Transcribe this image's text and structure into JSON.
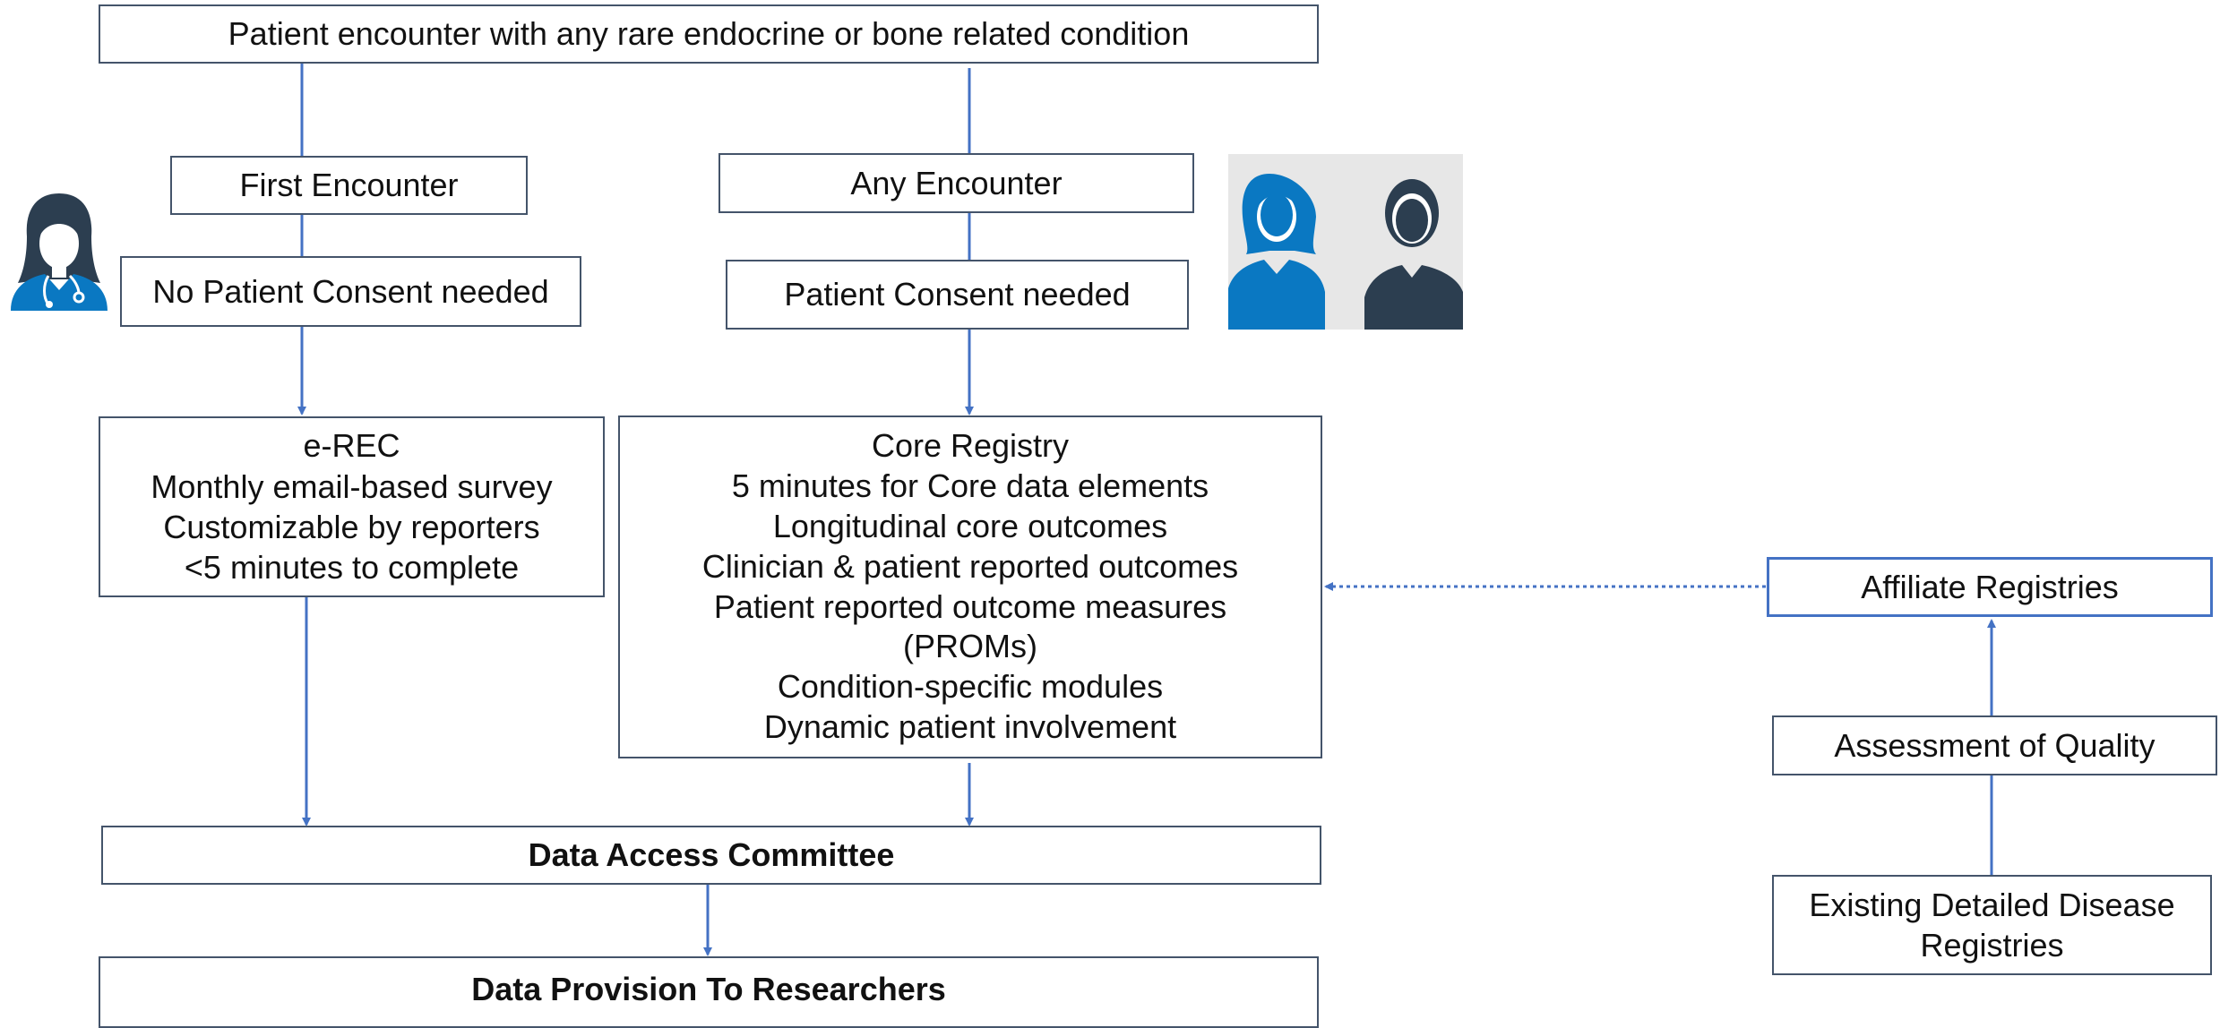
{
  "top": {
    "label": "Patient encounter with any rare endocrine or bone related condition"
  },
  "left": {
    "encounter": "First Encounter",
    "consent": "No Patient Consent needed",
    "erec": [
      "e-REC",
      "Monthly email-based survey",
      "Customizable by reporters",
      "<5 minutes to complete"
    ]
  },
  "middle": {
    "encounter": "Any Encounter",
    "consent": "Patient Consent needed",
    "core": [
      "Core Registry",
      "5 minutes for Core data elements",
      "Longitudinal core outcomes",
      "Clinician & patient reported outcomes",
      "Patient reported outcome measures",
      "(PROMs)",
      "Condition-specific modules",
      "Dynamic patient involvement"
    ]
  },
  "right": {
    "affiliate": "Affiliate Registries",
    "quality": "Assessment of Quality",
    "existing": [
      "Existing Detailed Disease",
      "Registries"
    ]
  },
  "bottom": {
    "committee": "Data Access Committee",
    "provision": "Data Provision To Researchers"
  },
  "icons": {
    "clinician": "female-doctor-icon",
    "patients": "patients-icon",
    "primary_color": "#4472c4",
    "dark_color": "#2c3e50",
    "icon_blue": "#0a78c2"
  }
}
